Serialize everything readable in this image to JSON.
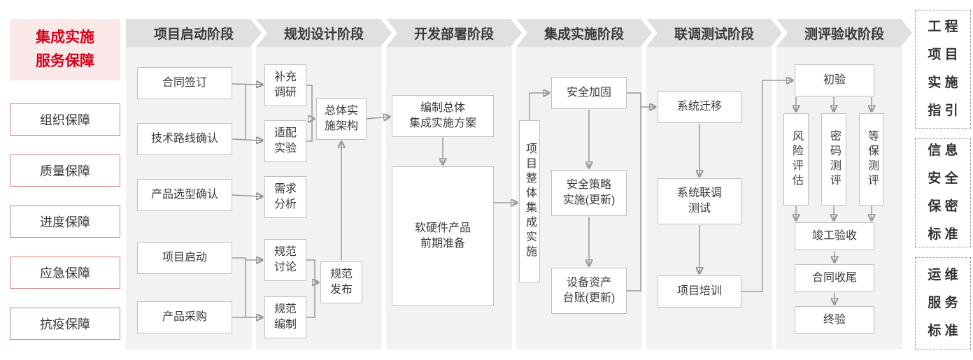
{
  "left_panel": {
    "title": "集成实施\n服务保障",
    "items": [
      "组织保障",
      "质量保障",
      "进度保障",
      "应急保障",
      "抗疫保障"
    ]
  },
  "phases": [
    "项目启动阶段",
    "规划设计阶段",
    "开发部署阶段",
    "集成实施阶段",
    "联调测试阶段",
    "测评验收阶段"
  ],
  "boxes": {
    "contract_signing": "合同签订",
    "tech_route_confirm": "技术路线确认",
    "product_selection_confirm": "产品选型确认",
    "project_kickoff": "项目启动",
    "product_procurement": "产品采购",
    "supplementary_research": "补充\n调研",
    "adaptation_experiment": "适配\n实验",
    "requirement_analysis": "需求\n分析",
    "spec_discussion": "规范\n讨论",
    "spec_compilation": "规范\n编制",
    "overall_impl_architecture": "总体实\n施架构",
    "spec_release": "规范\n发布",
    "overall_integration_plan": "编制总体\n集成实施方案",
    "product_preparation": "软硬件产品\n前期准备",
    "overall_project_integration": "项目整体集成实施",
    "security_hardening": "安全加固",
    "security_policy_impl": "安全策略\n实施(更新)",
    "asset_ledger_update": "设备资产\n台账(更新)",
    "system_migration": "系统迁移",
    "system_joint_testing": "系统联调\n测试",
    "project_training": "项目培训",
    "initial_acceptance": "初验",
    "risk_assessment": "风险评估",
    "password_evaluation": "密码测评",
    "classified_protection_evaluation": "等保测评",
    "completion_acceptance": "竣工验收",
    "contract_closure": "合同收尾",
    "final_acceptance": "终验"
  },
  "right_panel": {
    "standards": [
      "工 程\n项 目\n实 施\n指 引",
      "信 息\n安 全\n保 密\n标 准",
      "运 维\n服 务\n标 准"
    ]
  },
  "colors": {
    "accent_red": "#d9001b",
    "title_bg": "#fbe8e8",
    "header_gray": "#e0e0e0",
    "band_gray": "#f2f2f2",
    "box_border": "#c0c0c0",
    "guarantee_border": "#cc8080",
    "arrow": "#999999"
  }
}
